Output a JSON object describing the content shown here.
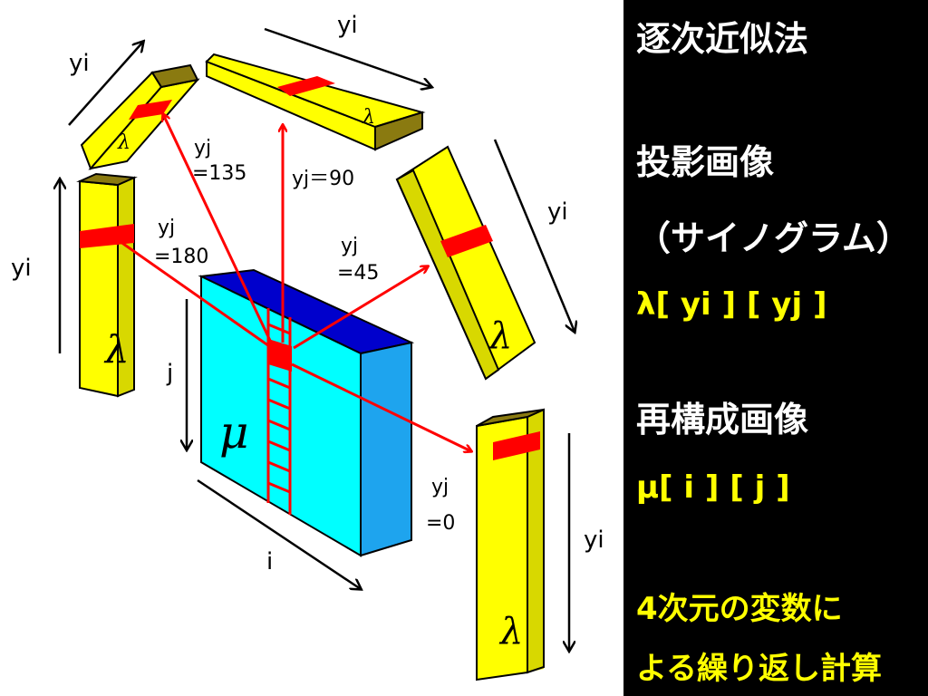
{
  "side": {
    "title": "逐次近似法",
    "proj_heading": "投影画像",
    "proj_sub": "（サイノグラム）",
    "proj_var": "λ[ yi ] [ yj ]",
    "recon_heading": "再構成画像",
    "recon_var": "μ[ i ] [ j ]",
    "note_line1": "4次元の変数に",
    "note_line2": "よる繰り返し計算"
  },
  "diagram": {
    "mu_symbol": "μ",
    "lambda_symbol": "λ",
    "axis_i": "i",
    "axis_j": "j",
    "axis_yi": "yi",
    "angle_labels": [
      {
        "l1": "yj",
        "l2": "=135"
      },
      {
        "l1": "yj＝90",
        "l2": ""
      },
      {
        "l1": "yj",
        "l2": "=180"
      },
      {
        "l1": "yj",
        "l2": "=45"
      },
      {
        "l1": "yj",
        "l2": "=0"
      }
    ]
  },
  "colors": {
    "bar_face": "#ffff00",
    "bar_side": "#d8d800",
    "bar_top": "#8a7a10",
    "highlight": "#ff0000",
    "block_front": "#00ffff",
    "block_side": "#1ea4ee",
    "block_top": "#0000cc",
    "panel_bg": "#000000",
    "panel_text": "#ffffff",
    "panel_accent": "#ffff00"
  }
}
